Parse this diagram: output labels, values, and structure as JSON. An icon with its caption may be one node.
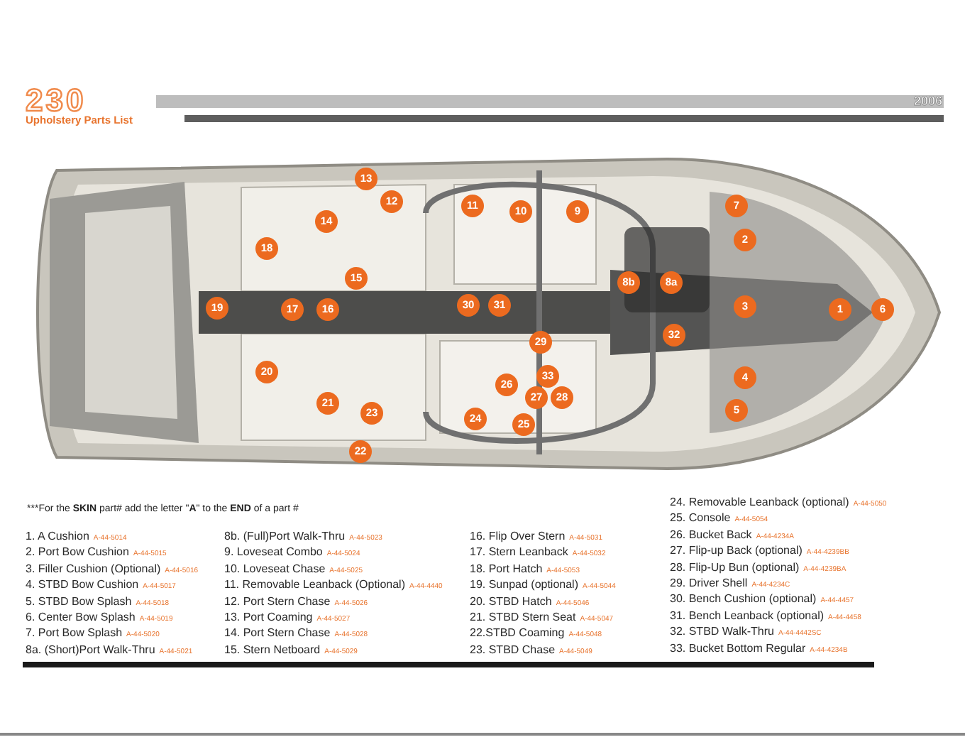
{
  "diagram": {
    "title": "230",
    "labels": [
      "2006",
      "Upholstery Parts List",
      "13",
      "12",
      "11",
      "10",
      "9",
      "7",
      "14",
      "2",
      "18",
      "15",
      "8b",
      "8a",
      "19",
      "17",
      "16",
      "30",
      "31",
      "3",
      "1",
      "6",
      "32",
      "29",
      "20",
      "33",
      "4",
      "26",
      "27",
      "28",
      "21",
      "23",
      "5",
      "24",
      "25",
      "22",
      "***",
      "For the **SKIN** part# add the letter \"**A**\" to the **END** of a part #",
      "1. A Cushion",
      "A-44-5014",
      "2. Port Bow Cushion",
      "A-44-5015",
      "3. Filler Cushion (Optional)",
      "A-44-5016",
      "4. STBD Bow Cushion",
      "A-44-5017",
      "5. STBD Bow Splash",
      "A-44-5018",
      "6. Center Bow Splash",
      "A-44-5019",
      "7. Port Bow Splash",
      "A-44-5020",
      "8a. (Short)Port Walk-Thru",
      "A-44-5021",
      "8b. (Full)Port Walk-Thru",
      "A-44-5023",
      "9. Loveseat Combo",
      "A-44-5024",
      "10. Loveseat Chase",
      "A-44-5025",
      "11. Removable Leanback (Optional)",
      "A-44-4440",
      "12. Port Stern Chase",
      "A-44-5026",
      "13. Port Coaming",
      "A-44-5027",
      "14. Port Stern Chase",
      "A-44-5028",
      "15. Stern Netboard",
      "A-44-5029",
      "16. Flip Over Stern",
      "A-44-5031",
      "17. Stern Leanback",
      "A-44-5032",
      "18. Port Hatch",
      "A-44-5053",
      "19. Sunpad (optional)",
      "A-44-5044",
      "20. STBD Hatch",
      "A-44-5046",
      "21. STBD Stern Seat",
      "A-44-5047",
      "22.STBD Coaming",
      "A-44-5048",
      "23. STBD Chase",
      "A-44-5049",
      "24. Removable Leanback (optional)",
      "A-44-5050",
      "25. Console",
      "A-44-5054",
      "26. Bucket Back",
      "A-44-4234A",
      "27. Flip-up Back (optional)",
      "A-44-4239BB",
      "28. Flip-Up Bun (optional)",
      "A-44-4239BA",
      "29. Driver Shell",
      "A-44-4234C",
      "30. Bench Cushion (optional)",
      "A-44-4457",
      "31. Bench Leanback (optional)",
      "A-44-4458",
      "32. STBD Walk-Thru",
      "A-44-4442SC",
      "33. Bucket Bottom Regular",
      "A-44-4234B"
    ]
  }
}
